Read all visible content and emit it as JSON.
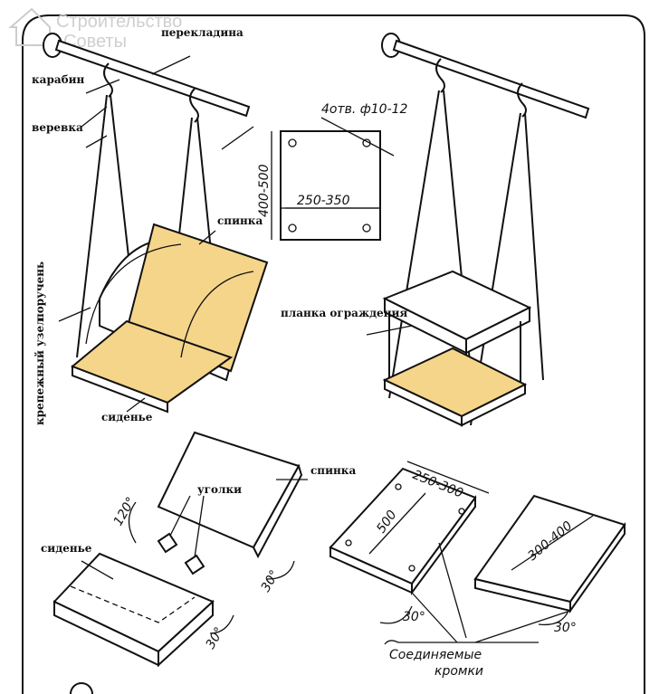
{
  "watermark": {
    "line1": "Строительство",
    "line2": "Советы"
  },
  "top_left": {
    "crossbar": "перекладина",
    "carabiner": "карабин",
    "rope": "веревка",
    "backrest": "спинка",
    "handrail": "поручень",
    "fastener": "крепежный узел",
    "seat": "сиденье"
  },
  "plate": {
    "holes": "4отв. ф10-12",
    "height": "400-500",
    "width": "250-350"
  },
  "top_right": {
    "guard_bar": "планка ограждения"
  },
  "bottom_left": {
    "angles": "уголки",
    "backrest": "спинка",
    "seat": "сиденье",
    "angle_120": "120°",
    "angle_30a": "30°",
    "angle_30b": "30°"
  },
  "bottom_right": {
    "width": "250-300",
    "length": "500",
    "length2": "300-400",
    "angle_30a": "30°",
    "angle_30b": "30°",
    "joined_edges_1": "Соединяемые",
    "joined_edges_2": "кромки"
  },
  "colors": {
    "wood": "#f5d58a",
    "line": "#111111"
  }
}
